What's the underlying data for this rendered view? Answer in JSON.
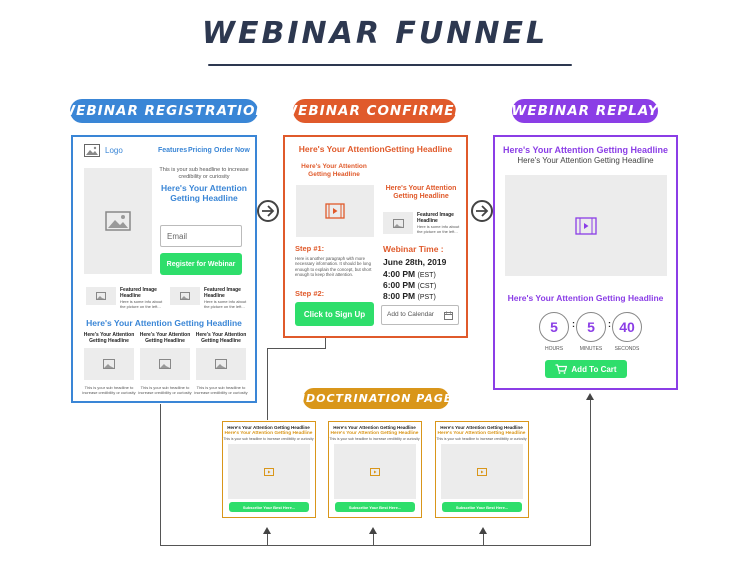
{
  "title": "WEBINAR FUNNEL",
  "stages": {
    "registration": "WEBINAR REGISTRATION",
    "confirmed": "WEBINAR CONFIRMED",
    "replay": "WEBINAR REPLAY",
    "indoctrination": "INDOCTRINATION PAGES"
  },
  "colors": {
    "registration": "#3a86d6",
    "confirmed": "#e05a2b",
    "replay": "#8b3ee6",
    "indoctrination": "#d9961a",
    "button": "#2ede6b"
  },
  "registration": {
    "logo": "Logo",
    "nav": [
      "Features",
      "Pricing",
      "Order Now"
    ],
    "subheadline": "This is your sub headline to increase credibility or curiosity",
    "headline": "Here's Your Attention Getting Headline",
    "email_placeholder": "Email",
    "button": "Register for Webinar",
    "feature_title": "Featured Image Headline",
    "feature_text": "Here is some info about the picture on the left...",
    "headline2": "Here's Your Attention Getting Headline",
    "card_title": "Here's Your Attention Getting Headline",
    "card_text": "This is your sub headline to increase credibility or curiosity"
  },
  "confirmed": {
    "headline": "Here's Your AttentionGetting Headline",
    "left_headline": "Here's Your Attention Getting Headline",
    "right_headline": "Here's Your Attention Getting Headline",
    "feature_title": "Featured Image Headline",
    "feature_text": "Here is some info about the picture on the left...",
    "step1": "Step #1:",
    "step1_text": "Here is another paragraph with more necessary information. It should be long enough to explain the concept, but short enough to keep their attention.",
    "step2": "Step #2:",
    "signup": "Click to Sign Up",
    "time_label": "Webinar Time :",
    "date": "June 28th, 2019",
    "times": [
      {
        "time": "4:00 PM",
        "zone": "(EST)"
      },
      {
        "time": "6:00 PM",
        "zone": "(CST)"
      },
      {
        "time": "8:00 PM",
        "zone": "(PST)"
      }
    ],
    "calendar": "Add to Calendar"
  },
  "replay": {
    "headline": "Here's Your Attention Getting Headline",
    "subheadline": "Here's Your Attention Getting Headline",
    "headline2": "Here's Your Attention Getting Headline",
    "countdown": [
      {
        "value": "5",
        "label": "HOURS"
      },
      {
        "value": "5",
        "label": "MINUTES"
      },
      {
        "value": "40",
        "label": "SECONDS"
      }
    ],
    "cart": "Add To Cart"
  },
  "indoctrination": {
    "pages": [
      {
        "top": "Here's Your Attention Getting Headline",
        "headline": "Here's Your Attention Getting Headline",
        "sub": "This is your sub headline to increase credibility or curiosity",
        "button": "Subscribe Your Best Here..."
      },
      {
        "top": "Here's Your Attention Getting Headline",
        "headline": "Here's Your Attention Getting Headline",
        "sub": "This is your sub headline to increase credibility or curiosity",
        "button": "Subscribe Your Best Here..."
      },
      {
        "top": "Here's Your Attention Getting Headline",
        "headline": "Here's Your Attention Getting Headline",
        "sub": "This is your sub headline to increase credibility or curiosity",
        "button": "Subscribe Your Best Here..."
      }
    ]
  }
}
